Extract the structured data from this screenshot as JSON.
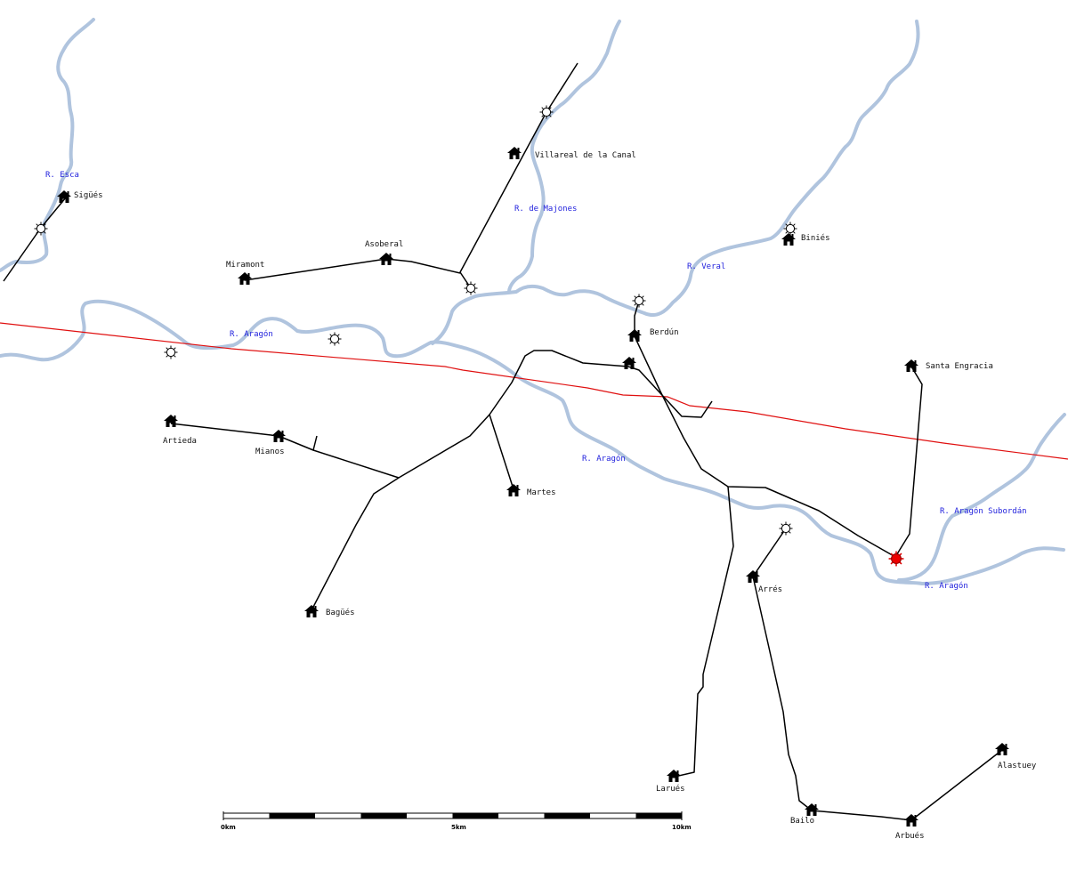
{
  "map": {
    "places": [
      {
        "id": "sigues",
        "label": "Sigüés"
      },
      {
        "id": "villareal",
        "label": "Villareal de la Canal"
      },
      {
        "id": "asoberal",
        "label": "Asoberal"
      },
      {
        "id": "miramont",
        "label": "Miramont"
      },
      {
        "id": "binies",
        "label": "Biniés"
      },
      {
        "id": "berdun",
        "label": "Berdún"
      },
      {
        "id": "santa-engracia",
        "label": "Santa Engracia"
      },
      {
        "id": "artieda",
        "label": "Artieda"
      },
      {
        "id": "mianos",
        "label": "Mianos"
      },
      {
        "id": "martes",
        "label": "Martes"
      },
      {
        "id": "bagues",
        "label": "Bagüés"
      },
      {
        "id": "arres",
        "label": "Arrés"
      },
      {
        "id": "larues",
        "label": "Larués"
      },
      {
        "id": "bailo",
        "label": "Bailo"
      },
      {
        "id": "arbues",
        "label": "Arbués"
      },
      {
        "id": "alastuey",
        "label": "Alastuey"
      }
    ],
    "rivers": [
      {
        "id": "esca",
        "label": "R. Esca"
      },
      {
        "id": "majones",
        "label": "R. de Majones"
      },
      {
        "id": "veral",
        "label": "R. Veral"
      },
      {
        "id": "aragon-1",
        "label": "R. Aragón"
      },
      {
        "id": "aragon-2",
        "label": "R. Aragón"
      },
      {
        "id": "aragon-subordan",
        "label": "R. Aragón Subordán"
      },
      {
        "id": "aragon-3",
        "label": "R. Aragón"
      }
    ],
    "scale_bar": {
      "ticks": [
        "0km",
        "5km",
        "10km"
      ]
    },
    "colors": {
      "river": "#b0c4de",
      "road": "#000000",
      "railway": "#e01010",
      "river_label": "#2222dd",
      "highlight_marker": "#dd0000"
    },
    "icons": {
      "settlement": "house-icon",
      "point_of_interest": "sun-icon",
      "highlighted": "red-sun-icon"
    }
  }
}
